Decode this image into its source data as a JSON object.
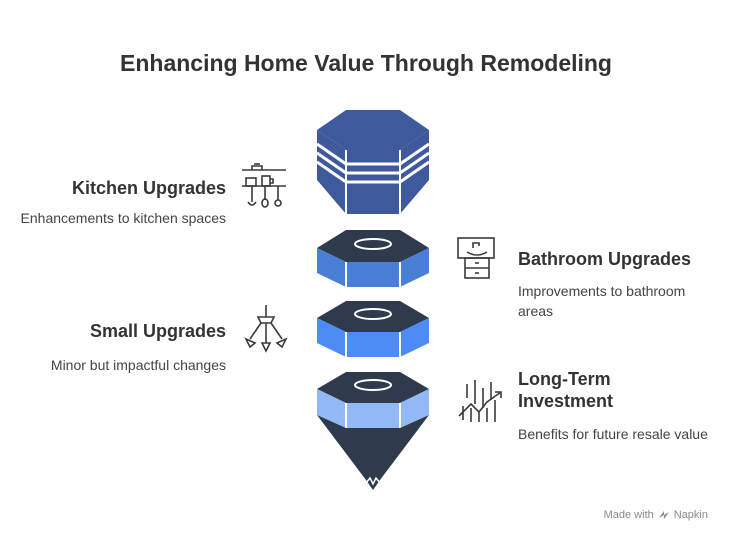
{
  "title": "Enhancing Home Value Through Remodeling",
  "items": [
    {
      "heading": "Kitchen Upgrades",
      "description": "Enhancements to kitchen spaces",
      "icon": "kitchen-icon",
      "color": "#3f5a9c"
    },
    {
      "heading": "Bathroom Upgrades",
      "description": "Improvements to bathroom areas",
      "icon": "bathroom-vanity-icon",
      "color": "#4a7fd6"
    },
    {
      "heading": "Small Upgrades",
      "description": "Minor but impactful changes",
      "icon": "pendant-lamp-icon",
      "color": "#4d8cf5"
    },
    {
      "heading": "Long-Term Investment",
      "description": "Benefits for future resale value",
      "icon": "growth-chart-icon",
      "color": "#92b8f5"
    }
  ],
  "footer": {
    "prefix": "Made with",
    "brand": "Napkin"
  }
}
